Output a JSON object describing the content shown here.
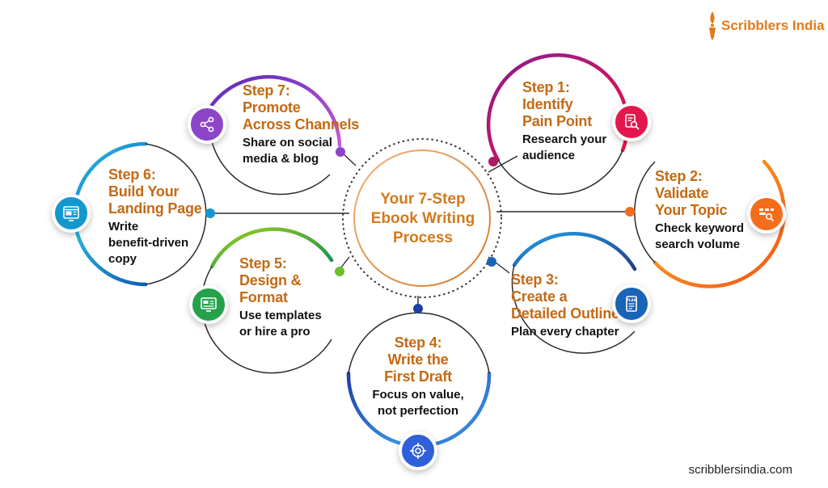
{
  "brand": {
    "name": "Scribblers India",
    "url": "scribblersindia.com"
  },
  "center": {
    "title": "Your 7-Step\nEbook Writing\nProcess"
  },
  "steps": [
    {
      "title": "Step 1:\nIdentify\nPain Point",
      "desc": "Research your\naudience",
      "icon": "document-search-icon",
      "color": "#e3174e"
    },
    {
      "title": "Step 2:\nValidate\nYour Topic",
      "desc": "Check keyword\nsearch volume",
      "icon": "keyword-search-icon",
      "color": "#f46d1b"
    },
    {
      "title": "Step 3:\nCreate a\nDetailed Outline",
      "desc": "Plan every chapter",
      "icon": "plan-clipboard-icon",
      "color": "#1a63b7"
    },
    {
      "title": "Step 4:\nWrite the\nFirst Draft",
      "desc": "Focus on value,\nnot perfection",
      "icon": "target-icon",
      "color": "#2f5fd9"
    },
    {
      "title": "Step 5:\nDesign &\nFormat",
      "desc": "Use templates\nor hire a pro",
      "icon": "design-layout-icon",
      "color": "#24a24a"
    },
    {
      "title": "Step 6:\nBuild Your\nLanding Page",
      "desc": "Write\nbenefit-driven\ncopy",
      "icon": "landing-page-icon",
      "color": "#1397cf"
    },
    {
      "title": "Step 7:\nPromote\nAcross Channels",
      "desc": "Share on social\nmedia & blog",
      "icon": "share-icon",
      "color": "#8c44c9"
    }
  ]
}
